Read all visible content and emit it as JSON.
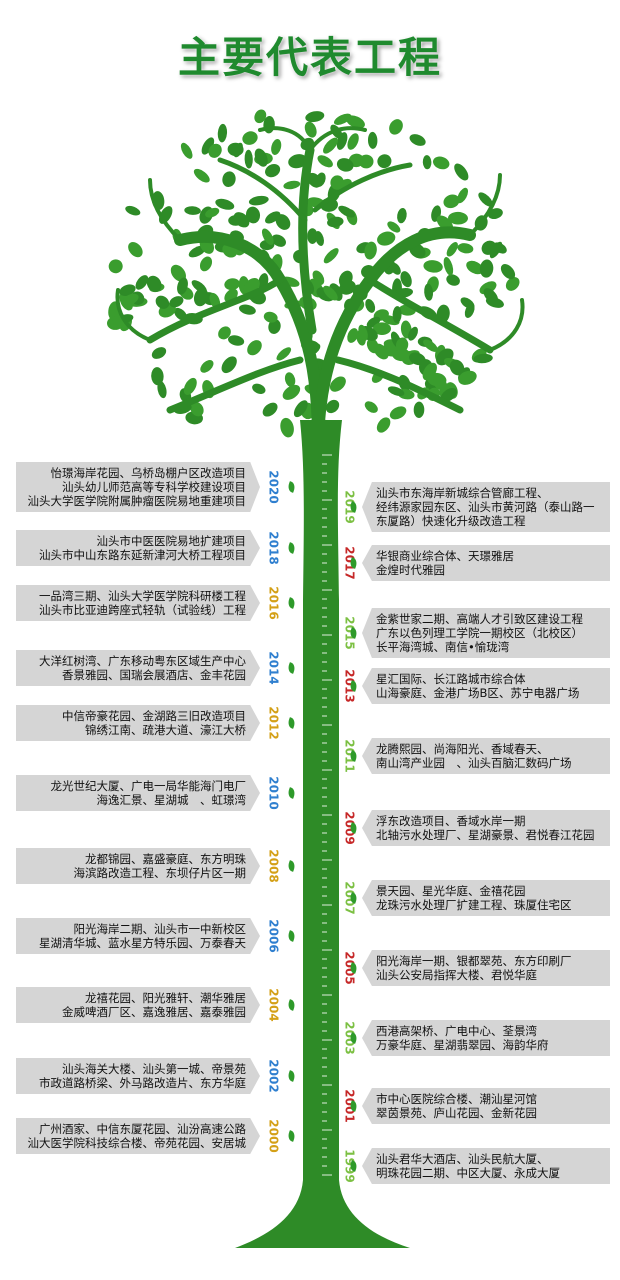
{
  "title": "主要代表工程",
  "colors": {
    "green": "#2e8b27",
    "red": "#c62828",
    "blue": "#2f7fcf",
    "gold": "#d4a017",
    "lightgreen": "#7cc043"
  },
  "left_entries": [
    {
      "year": "2020",
      "color": "blue",
      "lines": [
        "怡璟海岸花园、乌桥岛棚户区改造项目",
        "汕头幼儿师范高等专科学校建设项目",
        "汕头大学医学院附属肿瘤医院易地重建项目"
      ]
    },
    {
      "year": "2018",
      "color": "blue",
      "lines": [
        "汕头市中医医院易地扩建项目",
        "汕头市中山东路东延新津河大桥工程项目"
      ]
    },
    {
      "year": "2016",
      "color": "gold",
      "lines": [
        "一品湾三期、汕头大学医学院科研楼工程",
        "汕头市比亚迪跨座式轻轨（试验线）工程"
      ]
    },
    {
      "year": "2014",
      "color": "blue",
      "lines": [
        "大洋红树湾、广东移动粤东区域生产中心",
        "香景雅园、国瑞会展酒店、金丰花园"
      ]
    },
    {
      "year": "2012",
      "color": "gold",
      "lines": [
        "中信帝豪花园、金湖路三旧改造项目",
        "锦绣江南、疏港大道、濠江大桥"
      ]
    },
    {
      "year": "2010",
      "color": "blue",
      "lines": [
        "龙光世纪大厦、广电一局华能海门电厂",
        "海逸汇景、星湖城　、虹璟湾"
      ]
    },
    {
      "year": "2008",
      "color": "gold",
      "lines": [
        "龙都锦园、嘉盛豪庭、东方明珠",
        "海滨路改造工程、东坝仔片区一期"
      ]
    },
    {
      "year": "2006",
      "color": "blue",
      "lines": [
        "阳光海岸二期、汕头市一中新校区",
        "星湖清华城、蓝水星方特乐园、万泰春天"
      ]
    },
    {
      "year": "2004",
      "color": "gold",
      "lines": [
        "龙禧花园、阳光雅轩、潮华雅居",
        "金威啤酒厂区、嘉逸雅居、嘉泰雅园"
      ]
    },
    {
      "year": "2002",
      "color": "blue",
      "lines": [
        "汕头海关大楼、汕头第一城、帝景苑",
        "市政道路桥梁、外马路改造片、东方华庭"
      ]
    },
    {
      "year": "2000",
      "color": "gold",
      "lines": [
        "广州酒家、中信东厦花园、汕汾高速公路",
        "汕大医学院科技综合楼、帝苑花园、安居城"
      ]
    }
  ],
  "right_entries": [
    {
      "year": "2019",
      "color": "lightgreen",
      "lines": [
        "汕头市东海岸新城综合管廊工程、",
        "经纬源家园东区、汕头市黄河路（泰山路一",
        "东厦路）快速化升级改造工程"
      ]
    },
    {
      "year": "2017",
      "color": "red",
      "lines": [
        "华银商业综合体、天璟雅居",
        "金煌时代雅园"
      ]
    },
    {
      "year": "2015",
      "color": "lightgreen",
      "lines": [
        "金紫世家二期、高端人才引致区建设工程",
        "广东以色列理工学院一期校区（北校区）",
        "长平海湾城、南信•愉珑湾"
      ]
    },
    {
      "year": "2013",
      "color": "red",
      "lines": [
        "星汇国际、长江路城市综合体",
        "山海豪庭、金港广场B区、苏宁电器广场"
      ]
    },
    {
      "year": "2011",
      "color": "lightgreen",
      "lines": [
        "龙腾熙园、尚海阳光、香域春天、",
        "南山湾产业园　、汕头百脑汇数码广场"
      ]
    },
    {
      "year": "2009",
      "color": "red",
      "lines": [
        "浮东改造项目、香域水岸一期",
        "北轴污水处理厂、星湖豪景、君悦春江花园"
      ]
    },
    {
      "year": "2007",
      "color": "lightgreen",
      "lines": [
        "景天园、星光华庭、金禧花园",
        "龙珠污水处理厂扩建工程、珠厦住宅区"
      ]
    },
    {
      "year": "2005",
      "color": "red",
      "lines": [
        "阳光海岸一期、银都翠苑、东方印刷厂",
        "汕头公安局指挥大楼、君悦华庭"
      ]
    },
    {
      "year": "2003",
      "color": "lightgreen",
      "lines": [
        "西港高架桥、广电中心、荃景湾",
        "万豪华庭、星湖翡翠园、海韵华府"
      ]
    },
    {
      "year": "2001",
      "color": "red",
      "lines": [
        "市中心医院综合楼、潮汕星河馆",
        "翠茵景苑、庐山花园、金新花园"
      ]
    },
    {
      "year": "1999",
      "color": "lightgreen",
      "lines": [
        "汕头君华大酒店、汕头民航大厦、",
        "明珠花园二期、中区大厦、永成大厦"
      ]
    }
  ]
}
